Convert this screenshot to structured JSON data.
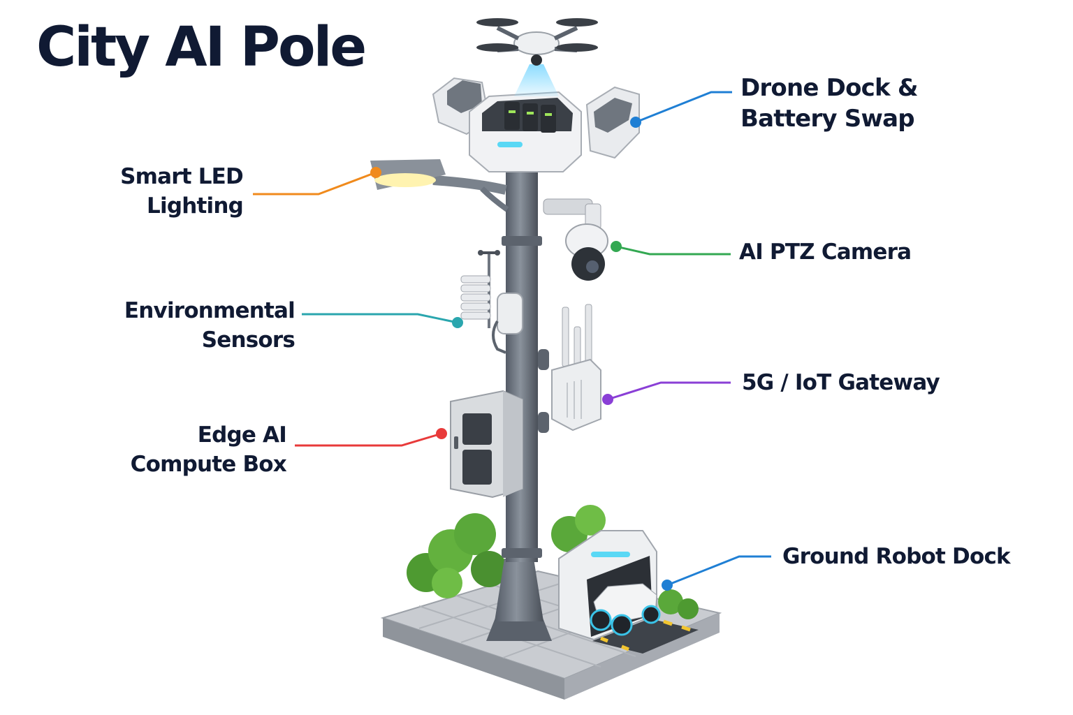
{
  "title": "City AI Pole",
  "colors": {
    "text": "#101a33",
    "drone_dock": "#1f7fd4",
    "smart_led": "#f08a1c",
    "ptz_camera": "#33a852",
    "env_sensors": "#2aa6ae",
    "gateway": "#8a3fd6",
    "edge_compute": "#e83a3a",
    "robot_dock": "#1f7fd4",
    "foliage": "#5aa83a",
    "led_glow": "#5ad8f5",
    "pole": "#6c747f"
  },
  "callouts": {
    "drone_dock": {
      "line1": "Drone Dock &",
      "line2": "Battery Swap",
      "icon": "drone-icon"
    },
    "smart_led": {
      "line1": "Smart LED",
      "line2": "Lighting",
      "icon": "streetlight-icon"
    },
    "ptz_camera": {
      "line1": "AI PTZ Camera",
      "icon": "dome-camera-icon"
    },
    "env_sensors": {
      "line1": "Environmental",
      "line2": "Sensors",
      "icon": "weather-sensor-icon"
    },
    "gateway": {
      "line1": "5G / IoT Gateway",
      "icon": "antenna-router-icon"
    },
    "edge_compute": {
      "line1": "Edge AI",
      "line2": "Compute Box",
      "icon": "cabinet-icon"
    },
    "robot_dock": {
      "line1": "Ground Robot Dock",
      "icon": "robot-icon"
    }
  }
}
